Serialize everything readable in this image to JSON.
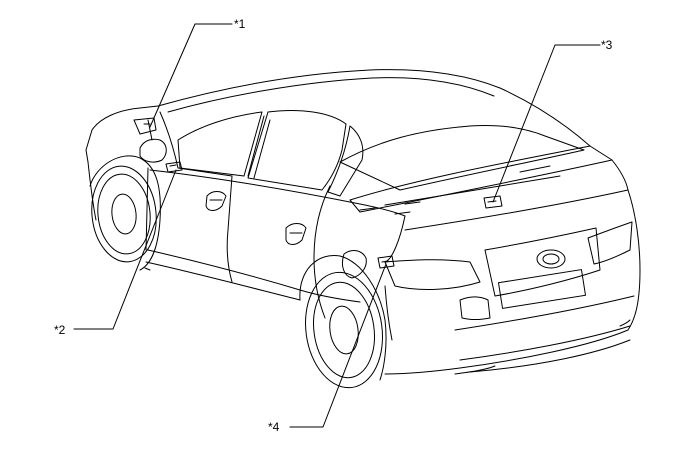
{
  "diagram": {
    "callouts": [
      {
        "id": "c1",
        "label": "*1"
      },
      {
        "id": "c2",
        "label": "*2"
      },
      {
        "id": "c3",
        "label": "*3"
      },
      {
        "id": "c4",
        "label": "*4"
      }
    ],
    "line_color": "#000000",
    "background": "#ffffff"
  }
}
